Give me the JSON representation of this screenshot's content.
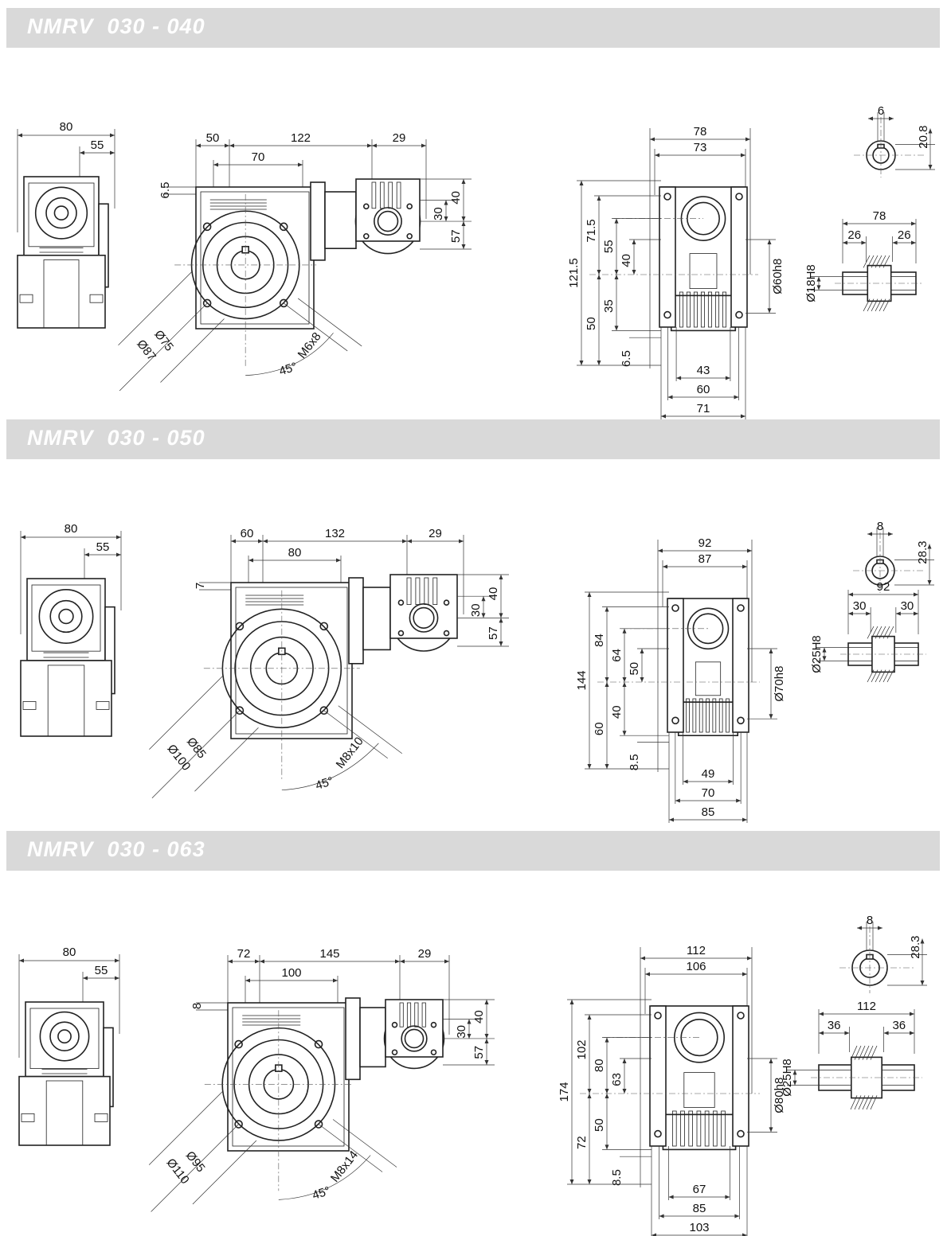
{
  "sections": [
    {
      "title": "NMRV  030 - 040",
      "s": 1.0,
      "dims": {
        "sideWidth": "80",
        "sideOffset": "55",
        "topA": "50",
        "topB": "122",
        "topC": "29",
        "topD": "70",
        "keyGap": "6.5",
        "motorH1": "40",
        "motorH2": "30",
        "motorH3": "57",
        "dia1": "Ø75",
        "dia2": "Ø87",
        "thread": "M6x8",
        "angle": "45°",
        "endW1": "78",
        "endW2": "73",
        "endH1": "121.5",
        "endH2": "71.5",
        "endH3": "55",
        "endH4": "40",
        "endH5": "50",
        "endH6": "35",
        "endH7": "6.5",
        "endDia": "Ø60h8",
        "endB1": "43",
        "endB2": "60",
        "endB3": "71",
        "keyW": "6",
        "keyH": "20.8",
        "shaftW": "78",
        "shaftL": "26",
        "shaftR": "26",
        "shaftDia": "Ø18H8"
      }
    },
    {
      "title": "NMRV  030 - 050",
      "s": 1.0,
      "dims": {
        "sideWidth": "80",
        "sideOffset": "55",
        "topA": "60",
        "topB": "132",
        "topC": "29",
        "topD": "80",
        "keyGap": "7",
        "motorH1": "40",
        "motorH2": "30",
        "motorH3": "57",
        "dia1": "Ø85",
        "dia2": "Ø100",
        "thread": "M8x10",
        "angle": "45°",
        "endW1": "92",
        "endW2": "87",
        "endH1": "144",
        "endH2": "84",
        "endH3": "64",
        "endH4": "50",
        "endH5": "60",
        "endH6": "40",
        "endH7": "8.5",
        "endDia": "Ø70h8",
        "endB1": "49",
        "endB2": "70",
        "endB3": "85",
        "keyW": "8",
        "keyH": "28.3",
        "shaftW": "92",
        "shaftL": "30",
        "shaftR": "30",
        "shaftDia": "Ø25H8"
      }
    },
    {
      "title": "NMRV  030 - 063",
      "s": 1.0,
      "dims": {
        "sideWidth": "80",
        "sideOffset": "55",
        "topA": "72",
        "topB": "145",
        "topC": "29",
        "topD": "100",
        "keyGap": "8",
        "motorH1": "40",
        "motorH2": "30",
        "motorH3": "57",
        "dia1": "Ø95",
        "dia2": "Ø110",
        "thread": "M8x14",
        "angle": "45°",
        "endW1": "112",
        "endW2": "106",
        "endH1": "174",
        "endH2": "102",
        "endH3": "80",
        "endH4": "63",
        "endH5": "72",
        "endH6": "50",
        "endH7": "8.5",
        "endDia": "Ø80h8",
        "endB1": "67",
        "endB2": "85",
        "endB3": "103",
        "keyW": "8",
        "keyH": "28.3",
        "shaftW": "112",
        "shaftL": "36",
        "shaftR": "36",
        "shaftDia": "Ø25H8"
      }
    }
  ]
}
